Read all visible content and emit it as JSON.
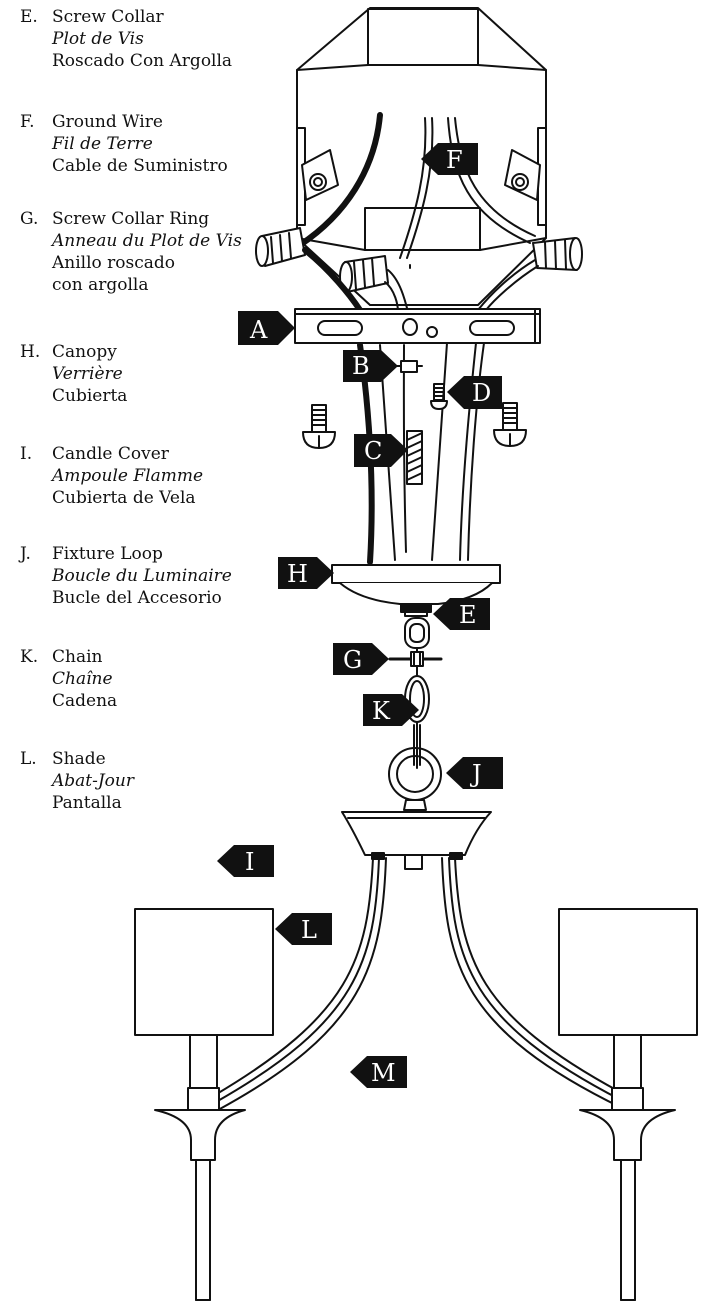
{
  "legend": [
    {
      "letter": "E.",
      "en": "Screw Collar",
      "fr": "Plot de Vis",
      "es": [
        "Roscado Con Argolla"
      ]
    },
    {
      "letter": "F.",
      "en": "Ground Wire",
      "fr": "Fil de Terre",
      "es": [
        "Cable de Suministro"
      ]
    },
    {
      "letter": "G.",
      "en": "Screw Collar Ring",
      "fr": "Anneau du Plot de Vis",
      "es": [
        "Anillo roscado",
        "con argolla"
      ]
    },
    {
      "letter": "H.",
      "en": "Canopy",
      "fr": "Verrière",
      "es": [
        "Cubierta"
      ]
    },
    {
      "letter": "I.",
      "en": "Candle Cover",
      "fr": "Ampoule Flamme",
      "es": [
        "Cubierta de Vela"
      ]
    },
    {
      "letter": "J.",
      "en": "Fixture Loop",
      "fr": "Boucle du Luminaire",
      "es": [
        "Bucle del Accesorio"
      ]
    },
    {
      "letter": "K.",
      "en": "Chain",
      "fr": "Chaîne",
      "es": [
        "Cadena"
      ]
    },
    {
      "letter": "L.",
      "en": "Shade",
      "fr": "Abat-Jour",
      "es": [
        "Pantalla"
      ]
    }
  ],
  "callouts": {
    "A": "A",
    "B": "B",
    "C": "C",
    "D": "D",
    "E": "E",
    "F": "F",
    "G": "G",
    "H": "H",
    "I": "I",
    "J": "J",
    "K": "K",
    "L": "L",
    "M": "M"
  },
  "colors": {
    "ink": "#111111",
    "callout_fill": "#111111",
    "callout_text": "#ffffff",
    "background": "#ffffff"
  }
}
